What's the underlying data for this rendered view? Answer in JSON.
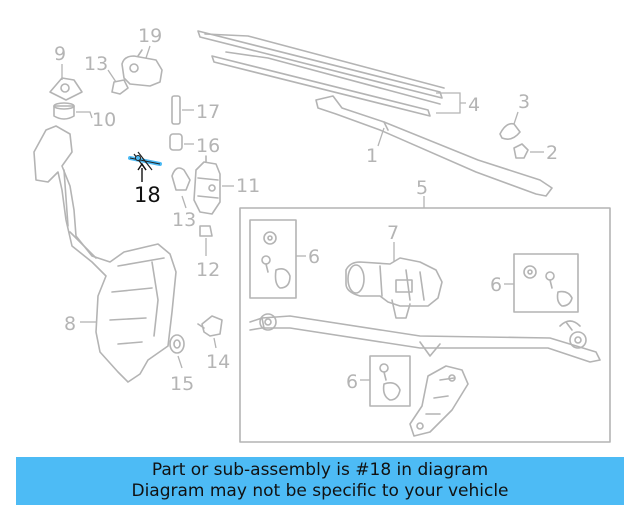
{
  "labels": {
    "p1": "1",
    "p2": "2",
    "p3": "3",
    "p4": "4",
    "p5": "5",
    "p6a": "6",
    "p6b": "6",
    "p6c": "6",
    "p7": "7",
    "p8": "8",
    "p9": "9",
    "p10": "10",
    "p11": "11",
    "p12": "12",
    "p13a": "13",
    "p13b": "13",
    "p14": "14",
    "p15": "15",
    "p16": "16",
    "p17": "17",
    "p18": "18",
    "p19": "19"
  },
  "highlight_color": "#4dbbf5",
  "banner": {
    "line1": "Part or sub-assembly is #18 in diagram",
    "line2": "Diagram may not be specific to your vehicle"
  }
}
